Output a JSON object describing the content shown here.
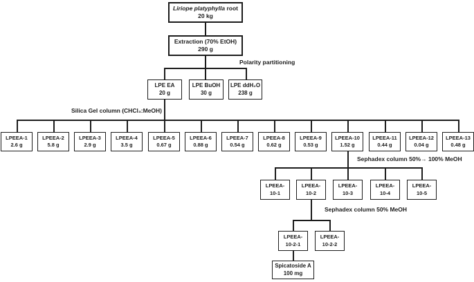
{
  "diagram": {
    "root": {
      "name_italic": "Liriope platyphylla",
      "name_rest": "root",
      "mass": "20 kg"
    },
    "extraction": {
      "name": "Extraction (70% EtOH)",
      "mass": "290 g"
    },
    "labels": {
      "polarity": "Polarity partitioning",
      "silica": "Silica Gel column (CHCl₃:MeOH)",
      "sephadex_gradient": "Sephadex column 50%→ 100% MeOH",
      "sephadex_50": "Sephadex column 50% MeOH"
    },
    "partitions": [
      {
        "name": "LPE EA",
        "mass": "20 g"
      },
      {
        "name": "LPE BuOH",
        "mass": "30 g"
      },
      {
        "name": "LPE ddH₂O",
        "mass": "238 g"
      }
    ],
    "fractions": [
      {
        "name": "LPEEA-1",
        "mass": "2.6 g"
      },
      {
        "name": "LPEEA-2",
        "mass": "5.8 g"
      },
      {
        "name": "LPEEA-3",
        "mass": "2.9 g"
      },
      {
        "name": "LPEEA-4",
        "mass": "3.5 g"
      },
      {
        "name": "LPEEA-5",
        "mass": "0.67 g"
      },
      {
        "name": "LPEEA-6",
        "mass": "0.88 g"
      },
      {
        "name": "LPEEA-7",
        "mass": "0.54 g"
      },
      {
        "name": "LPEEA-8",
        "mass": "0.62 g"
      },
      {
        "name": "LPEEA-9",
        "mass": "0.53 g"
      },
      {
        "name": "LPEEA-10",
        "mass": "1.52 g"
      },
      {
        "name": "LPEEA-11",
        "mass": "0.44 g"
      },
      {
        "name": "LPEEA-12",
        "mass": "0.04 g"
      },
      {
        "name": "LPEEA-13",
        "mass": "0.48 g"
      }
    ],
    "subfractions": [
      {
        "line1": "LPEEA-",
        "line2": "10-1"
      },
      {
        "line1": "LPEEA-",
        "line2": "10-2"
      },
      {
        "line1": "LPEEA-",
        "line2": "10-3"
      },
      {
        "line1": "LPEEA-",
        "line2": "10-4"
      },
      {
        "line1": "LPEEA-",
        "line2": "10-5"
      }
    ],
    "subsubfractions": [
      {
        "line1": "LPEEA-",
        "line2": "10-2-1"
      },
      {
        "line1": "LPEEA-",
        "line2": "10-2-2"
      }
    ],
    "compound": {
      "name": "Spicatoside A",
      "mass": "100 mg"
    },
    "colors": {
      "line": "#1b1b1b",
      "background": "#ffffff"
    }
  }
}
